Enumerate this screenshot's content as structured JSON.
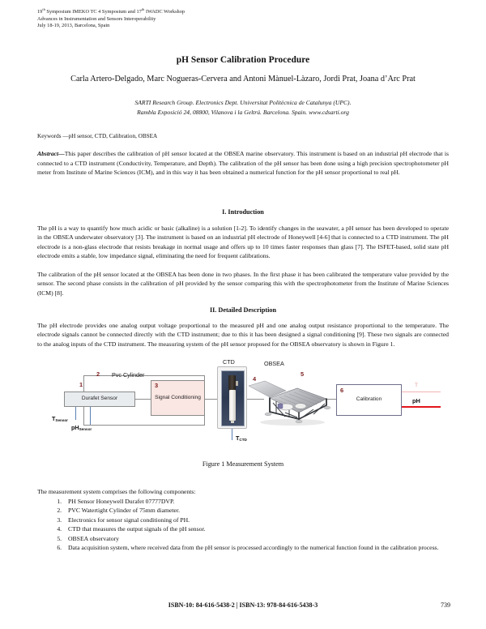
{
  "header": {
    "line1_a": "19",
    "line1_sup1": "th",
    "line1_b": " Symposium IMEKO TC 4 Symposium and 17",
    "line1_sup2": "th",
    "line1_c": " IWADC Workshop",
    "line2": "Advances in Instrumentation and Sensors Interoperability",
    "line3": "July 18-19, 2013, Barcelona, Spain"
  },
  "title": "pH Sensor Calibration Procedure",
  "authors": "Carla Artero-Delgado, Marc Nogueras-Cervera and Antoni Mànuel-Làzaro, Jordi Prat, Joana d’Arc Prat",
  "affiliation": {
    "line1": "SARTI Research Group. Electronics Dept. Universitat Politècnica de Catalunya (UPC).",
    "line2": "Rambla Exposició 24, 08800, Vilanova i la Geltrú. Barcelona. Spain. www.cdsarti.org"
  },
  "keywords": "Keywords —pH sensor, CTD, Calibration, OBSEA",
  "abstract": {
    "lead": "Abstract—",
    "text": "This paper describes the calibration of pH sensor located at the OBSEA marine observatory. This instrument is based on an industrial pH electrode that is connected to a CTD instrument (Conductivity, Temperature, and Depth). The calibration of the pH sensor has been done using a high precision spectrophotometer pH meter from Institute of Marine Sciences (ICM), and in this way it has been obtained a numerical function for the pH sensor proportional to real pH."
  },
  "sections": {
    "intro_heading": "I. Introduction",
    "intro_par1": "The pH is a way to quantify how much acidic or basic (alkaline) is a solution [1-2]. To identify changes in the seawater, a pH sensor has been developed to operate in the OBSEA underwater observatory [3]. The instrument is based on an industrial pH electrode of Honeywell [4-6] that is connected to a CTD instrument. The pH electrode is a non-glass electrode that resists breakage in normal usage and offers up to 10 times faster responses than glass [7]. The ISFET-based, solid state pH electrode emits a stable, low impedance signal, eliminating the need for frequent calibrations.",
    "intro_par2": "The calibration of the pH sensor located at the OBSEA has been done in two phases. In the first phase it has been calibrated the temperature value provided by the sensor. The second phase consists in the calibration of pH provided by the sensor comparing this with the spectrophotometer from the Institute of Marine Sciences (ICM) [8].",
    "detail_heading": "II. Detailed Description",
    "detail_par1": "The pH electrode provides one analog output voltage proportional to the measured pH and one analog output resistance proportional to the temperature. The electrode signals cannot be connected directly with the CTD instrument; due to this it has been designed a signal conditioning [9]. These two signals are connected to the analog inputs of the CTD instrument. The measuring system of the pH sensor proposed for the OBSEA observatory is shown in Figure 1."
  },
  "figure": {
    "caption": "Figure 1 Measurement System",
    "num_1": "1",
    "num_2": "2",
    "num_3": "3",
    "num_4": "4",
    "num_5": "5",
    "num_6": "6",
    "label_durafet": "Durafet Sensor",
    "label_pvc": "Pvc Cylinder",
    "label_signal": "Signal Conditioning",
    "label_ctd": "CTD",
    "label_obsea": "OBSEA",
    "label_calibration": "Calibration",
    "label_tsensor_main": "T",
    "label_tsensor_sub": "Sensor",
    "label_phsensor_main": "pH",
    "label_phsensor_sub": "Sensor",
    "label_tctd_main": "T",
    "label_tctd_sub": "CTD",
    "out_t": "T",
    "out_ph": "pH",
    "accent_red": "#e2151b",
    "accent_num": "#7d2020"
  },
  "components": {
    "intro": "The measurement system comprises the following components:",
    "items": [
      "PH Sensor Honeywell Durafet 07777DVP.",
      "PVC Watertight Cylinder of 75mm diameter.",
      "Electronics for sensor signal conditioning of PH.",
      "CTD that measures the output signals of the pH sensor.",
      "OBSEA observatory",
      "Data acquisition system, where received data from the pH sensor is processed accordingly to the numerical function found in the calibration process."
    ]
  },
  "footer": {
    "isbn": "ISBN-10: 84-616-5438-2 | ISBN-13: 978-84-616-5438-3",
    "page": "739"
  }
}
